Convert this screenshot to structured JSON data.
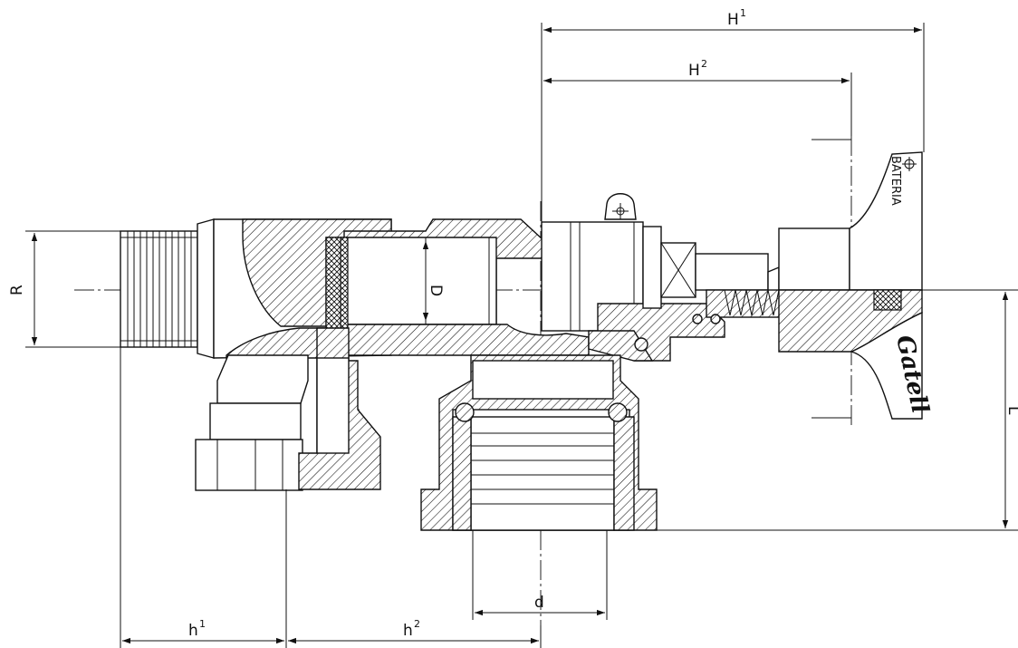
{
  "dimensions": {
    "H1": {
      "base": "H",
      "sup": "1"
    },
    "H2": {
      "base": "H",
      "sup": "2"
    },
    "h1": {
      "base": "h",
      "sup": "1"
    },
    "h2": {
      "base": "h",
      "sup": "2"
    },
    "R": "R",
    "D": "D",
    "d": "d",
    "L": "L"
  },
  "labels": {
    "bateria": "BATERIA",
    "logo": "Gatell"
  },
  "colors": {
    "ink": "#111111",
    "paper": "#ffffff"
  }
}
